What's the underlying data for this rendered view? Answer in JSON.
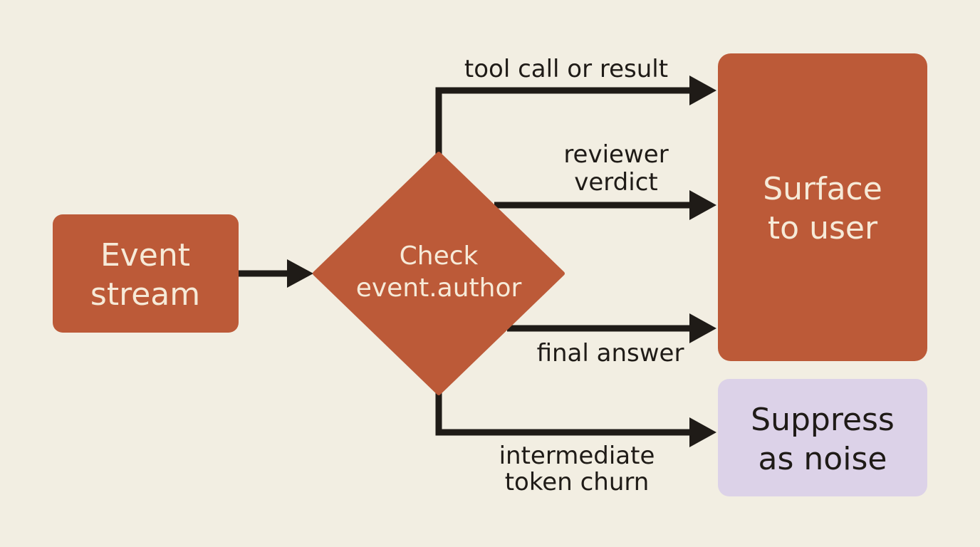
{
  "colors": {
    "background": "#f2eee2",
    "node_fill": "#bc5a38",
    "node_text": "#f6ead8",
    "noise_fill": "#dcd2e8",
    "noise_text": "#1f1b17",
    "edge": "#1f1b17"
  },
  "nodes": {
    "event_stream": {
      "line1": "Event",
      "line2": "stream"
    },
    "check_author": {
      "line1": "Check",
      "line2": "event.author"
    },
    "surface": {
      "line1": "Surface",
      "line2": "to user"
    },
    "suppress": {
      "line1": "Suppress",
      "line2": "as noise"
    }
  },
  "edges": {
    "tool_call": {
      "line1": "tool call or result"
    },
    "reviewer": {
      "line1": "reviewer",
      "line2": "verdict"
    },
    "final": {
      "line1": "final answer"
    },
    "intermediate": {
      "line1": "intermediate",
      "line2": "token churn"
    }
  }
}
